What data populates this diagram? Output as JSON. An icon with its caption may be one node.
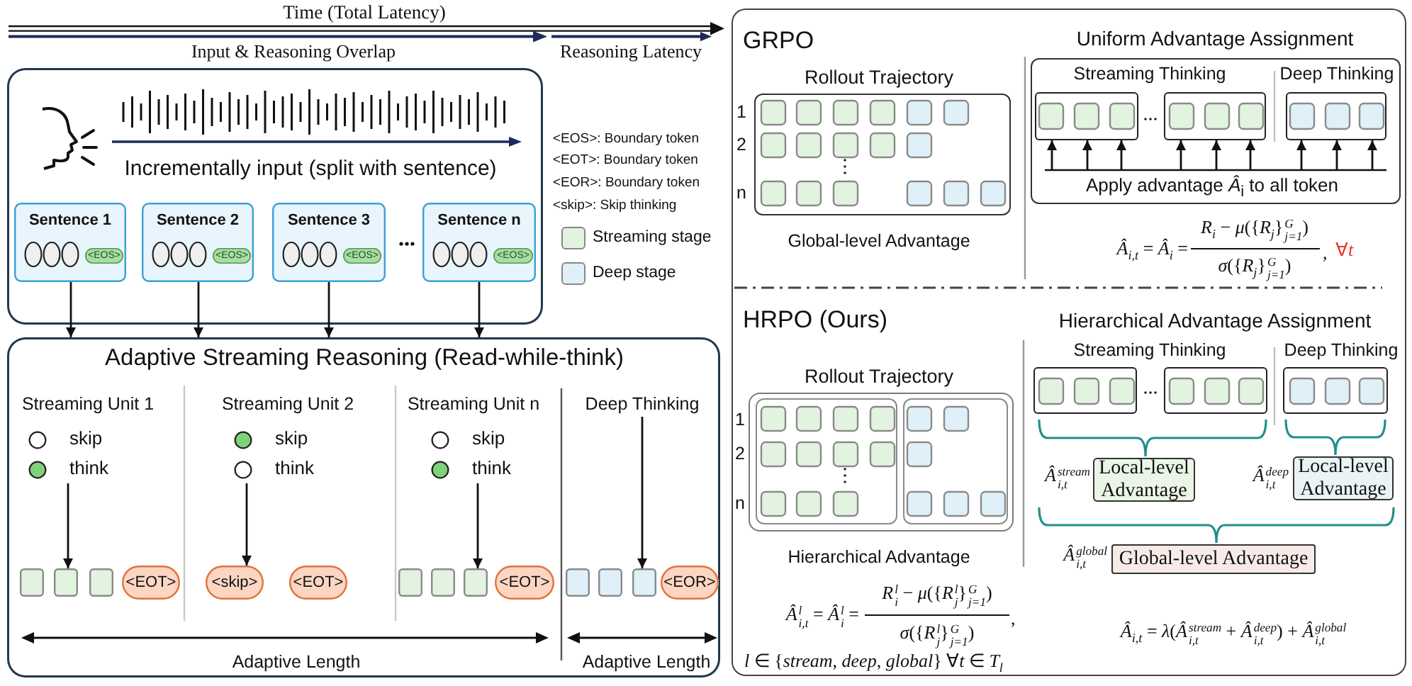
{
  "diagram": {
    "nodes": [
      {
        "text": [
          "Incrementally input (split with sentence)"
        ]
      },
      {
        "text": [
          "Sentence 1"
        ],
        "in": 0
      },
      {
        "text": [
          "<EOS>"
        ],
        "in": 1
      },
      {
        "text": [
          "Sentence 2"
        ],
        "in": 0
      },
      {
        "text": [
          "<EOS>"
        ],
        "in": 3
      },
      {
        "text": [
          "Sentence 3"
        ],
        "in": 0
      },
      {
        "text": [
          "<EOS>"
        ],
        "in": 5
      },
      {
        "text": [
          "Sentence n"
        ],
        "in": 0
      },
      {
        "text": [
          "<EOS>"
        ],
        "in": 7
      },
      {
        "text": [
          "Adaptive Streaming Reasoning (Read-while-think)"
        ]
      },
      {
        "text": [
          "skip",
          "think"
        ],
        "in": 9
      },
      {
        "text": [
          "skip",
          "think"
        ],
        "in": 9
      },
      {
        "text": [
          "skip",
          "think"
        ],
        "in": 9
      },
      {
        "text": [
          "Deep Thinking"
        ],
        "in": 9
      },
      {
        "text": [],
        "shape": "box",
        "in": 9
      },
      {
        "text": [],
        "shape": "box",
        "in": 9
      },
      {
        "text": [],
        "shape": "box",
        "in": 9
      },
      {
        "text": [
          "<EOT>"
        ],
        "in": 9
      },
      {
        "text": [
          "<skip>"
        ],
        "in": 9
      },
      {
        "text": [
          "<EOT>"
        ],
        "in": 9
      },
      {
        "text": [],
        "shape": "box",
        "in": 9
      },
      {
        "text": [],
        "shape": "box",
        "in": 9
      },
      {
        "text": [],
        "shape": "box",
        "in": 9
      },
      {
        "text": [
          "<EOT>"
        ],
        "in": 9
      },
      {
        "text": [],
        "shape": "box",
        "in": 9
      },
      {
        "text": [],
        "shape": "box",
        "in": 9
      },
      {
        "text": [],
        "shape": "box",
        "in": 9
      },
      {
        "text": [
          "<EOR>"
        ],
        "in": 9
      },
      {
        "text": [
          "GRPO",
          "HRPO (Ours)"
        ]
      },
      {
        "text": [
          "Rollout Trajectory"
        ],
        "beside": [
          "Global-level Advantage",
          "1",
          "2",
          "n"
        ],
        "in": 28
      },
      {
        "text": [
          "Uniform Advantage Assignment",
          "Streaming Thinking",
          "Deep Thinking",
          "Apply advantage *Â*$_{i}$ to all token"
        ],
        "in": 28
      },
      {
        "text": [],
        "shape": "box",
        "in": 30
      },
      {
        "text": [],
        "shape": "box",
        "in": 30
      },
      {
        "text": [],
        "shape": "box",
        "in": 30
      },
      {
        "text": [
          "Rollout Trajectory"
        ],
        "beside": [
          "Hierarchical Advantage",
          "1",
          "2",
          "n"
        ],
        "in": 28
      },
      {
        "text": [],
        "shape": "box",
        "in": 34
      },
      {
        "text": [],
        "shape": "box",
        "in": 34
      },
      {
        "text": [],
        "shape": "box",
        "in": 28
      },
      {
        "text": [],
        "shape": "box",
        "in": 28
      },
      {
        "text": [],
        "shape": "box",
        "in": 28
      },
      {
        "text": [
          "Local-level Advantage"
        ],
        "beside": [
          "*Â*$^{stream}$$_{i,t}$"
        ],
        "in": 28
      },
      {
        "text": [
          "Local-level Advantage"
        ],
        "beside": [
          "*Â*$^{deep}$$_{i,t}$"
        ],
        "in": 28
      },
      {
        "text": [
          "Global-level Advantage"
        ],
        "beside": [
          "*Â*$^{global}$$_{i,t}$"
        ],
        "in": 28
      }
    ],
    "edges": [
      {
        "from": 1,
        "to": 9,
        "arrow": "to"
      },
      {
        "from": 3,
        "to": 9,
        "arrow": "to"
      },
      {
        "from": 5,
        "to": 9,
        "arrow": "to"
      },
      {
        "from": 7,
        "to": 9,
        "arrow": "to"
      },
      {
        "from": 10,
        "to": 15,
        "arrow": "to"
      },
      {
        "from": 11,
        "to": 18,
        "arrow": "to"
      },
      {
        "from": 12,
        "to": 22,
        "arrow": "to"
      },
      {
        "from": 13,
        "to": 26,
        "arrow": "to"
      },
      {
        "from": null,
        "to": 31,
        "arrow": "to"
      },
      {
        "from": null,
        "to": 31,
        "arrow": "to"
      },
      {
        "from": null,
        "to": 31,
        "arrow": "to"
      },
      {
        "from": null,
        "to": 32,
        "arrow": "to"
      },
      {
        "from": null,
        "to": 32,
        "arrow": "to"
      },
      {
        "from": null,
        "to": 32,
        "arrow": "to"
      },
      {
        "from": null,
        "to": 33,
        "arrow": "to"
      },
      {
        "from": null,
        "to": 33,
        "arrow": "to"
      },
      {
        "from": null,
        "to": 33,
        "arrow": "to"
      }
    ],
    "labels": [
      "Time (Total Latency)",
      "Input & Reasoning Overlap",
      "Reasoning Latency",
      "<EOS>: Boundary token",
      "<EOT>: Boundary token",
      "<EOR>: Boundary token",
      "<skip>: Skip thinking",
      "Streaming Unit 1",
      "Streaming Unit 2",
      "Streaming Unit n",
      "Adaptive Length",
      "Adaptive Length",
      "*Â*$_{i,t}$ = *Â*$_{i}$ =",
      "*R*$_{i}$ − *μ*({*R*$_{j}$}$^{G}$$_{j=1}$)",
      "*σ*({*R*$_{j}$}$^{G}$$_{j=1}$)",
      ",",
      "∀*t*",
      "Hierarchical Advantage Assignment",
      "Streaming Thinking",
      "Deep Thinking",
      "*Â*$^{l}$$_{i,t}$ = *Â*$^{l}$$_{i}$ =",
      "*R*$^{l}$$_{i}$ − *μ*({*R*$^{l}$$_{j}$}$^{G}$$_{j=1}$)",
      "*σ*({*R*$^{l}$$_{j}$}$^{G}$$_{j=1}$)",
      ",",
      "*l* ∈ {*stream*, *deep*, *global*}  ∀*t* ∈ *T*$_{l}$",
      "*Â*$_{i,t}$ = *λ*(*Â*$^{stream}$$_{i,t}$ + *Â*$^{deep}$$_{i,t}$) + *Â*$^{global}$$_{i,t}$"
    ],
    "legend": [
      {
        "text": "Streaming stage",
        "color": "#e2f3df"
      },
      {
        "text": "Deep stage",
        "color": "#dff0f9"
      }
    ]
  }
}
